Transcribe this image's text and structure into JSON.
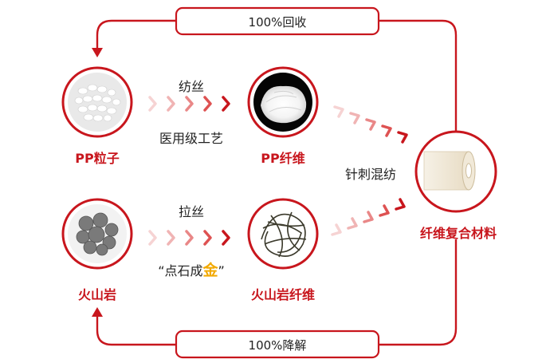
{
  "loops": {
    "top": "100%回收",
    "bottom": "100%降解"
  },
  "nodes": {
    "pp_particle": "PP粒子",
    "pp_fiber": "PP纤维",
    "basalt": "火山岩",
    "basalt_fiber": "火山岩纤维",
    "composite": "纤维复合材料"
  },
  "processes": {
    "top_line1": "纺丝",
    "top_line2": "医用级工艺",
    "bottom_line1": "拉丝",
    "bottom_quote_open": "“",
    "bottom_line2_a": "点石成",
    "bottom_line2_gold": "金",
    "bottom_quote_close": "”",
    "right": "针刺混纺"
  },
  "icons": {
    "pp_particle": "white-pellets-icon",
    "pp_fiber": "white-fiber-ball-icon",
    "basalt": "gray-volcanic-rocks-icon",
    "basalt_fiber": "dark-fiber-tangle-icon",
    "composite": "fabric-roll-icon"
  },
  "colors": {
    "accent": "#c8161d",
    "gold": "#f2a900",
    "text": "#222222"
  }
}
